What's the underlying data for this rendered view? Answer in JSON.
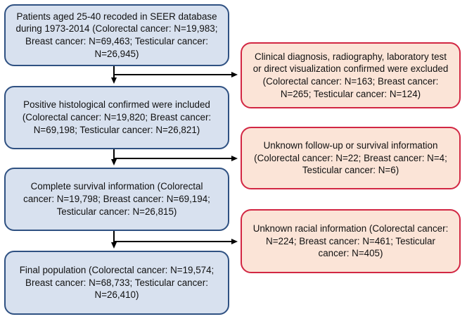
{
  "figure": {
    "name": "Patient selection flowchart (SEER database)",
    "background": "#ffffff"
  },
  "colors": {
    "main_box_fill": "#d8e1ef",
    "main_box_border": "#2f5182",
    "exclusion_box_fill": "#fbe4d7",
    "exclusion_box_border": "#d22743",
    "arrow": "#000000",
    "text": "#111111"
  },
  "flowchart": {
    "main_steps": [
      {
        "text": "Patients aged 25-40 recoded in SEER database during 1973-2014 (Colorectal cancer: N=19,983; Breast cancer: N=69,463; Testicular cancer: N=26,945)"
      },
      {
        "text": "Positive histological confirmed were included (Colorectal cancer: N=19,820; Breast cancer: N=69,198; Testicular cancer: N=26,821)"
      },
      {
        "text": "Complete survival information (Colorectal cancer: N=19,798; Breast cancer: N=69,194; Testicular cancer: N=26,815)"
      },
      {
        "text": "Final population (Colorectal cancer: N=19,574; Breast cancer: N=68,733; Testicular cancer: N=26,410)"
      }
    ],
    "exclusion_steps": [
      {
        "text": "Clinical diagnosis, radiography, laboratory test or direct visualization confirmed were excluded (Colorectal cancer: N=163; Breast cancer: N=265; Testicular cancer: N=124)"
      },
      {
        "text": "Unknown follow-up or survival information (Colorectal cancer: N=22; Breast cancer: N=4; Testicular cancer: N=6)"
      },
      {
        "text": "Unknown racial information (Colorectal cancer: N=224; Breast cancer: N=461; Testicular cancer: N=405)"
      }
    ]
  }
}
